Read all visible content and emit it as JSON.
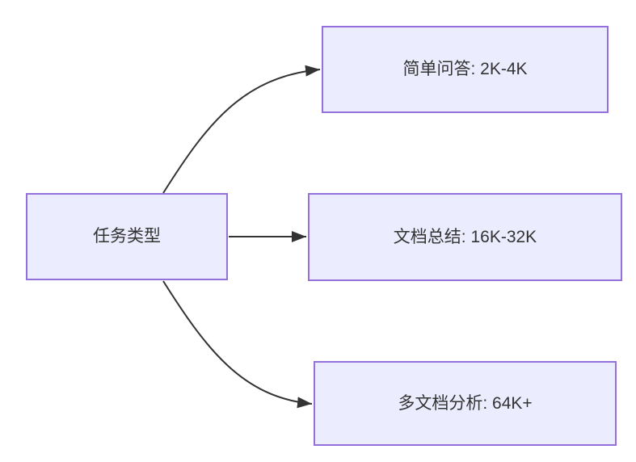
{
  "diagram": {
    "type": "flowchart-LR",
    "root": {
      "id": "task-type",
      "label": "任务类型"
    },
    "children": [
      {
        "id": "simple-qa",
        "label": "简单问答: 2K-4K"
      },
      {
        "id": "doc-summary",
        "label": "文档总结: 16K-32K"
      },
      {
        "id": "multi-doc",
        "label": "多文档分析: 64K+"
      }
    ],
    "edges": [
      {
        "from": "task-type",
        "to": "simple-qa"
      },
      {
        "from": "task-type",
        "to": "doc-summary"
      },
      {
        "from": "task-type",
        "to": "multi-doc"
      }
    ],
    "colors": {
      "node_fill": "#ECECFF",
      "node_border": "#9370DB",
      "edge": "#333333",
      "text": "#333333",
      "background": "#FFFFFF"
    }
  }
}
